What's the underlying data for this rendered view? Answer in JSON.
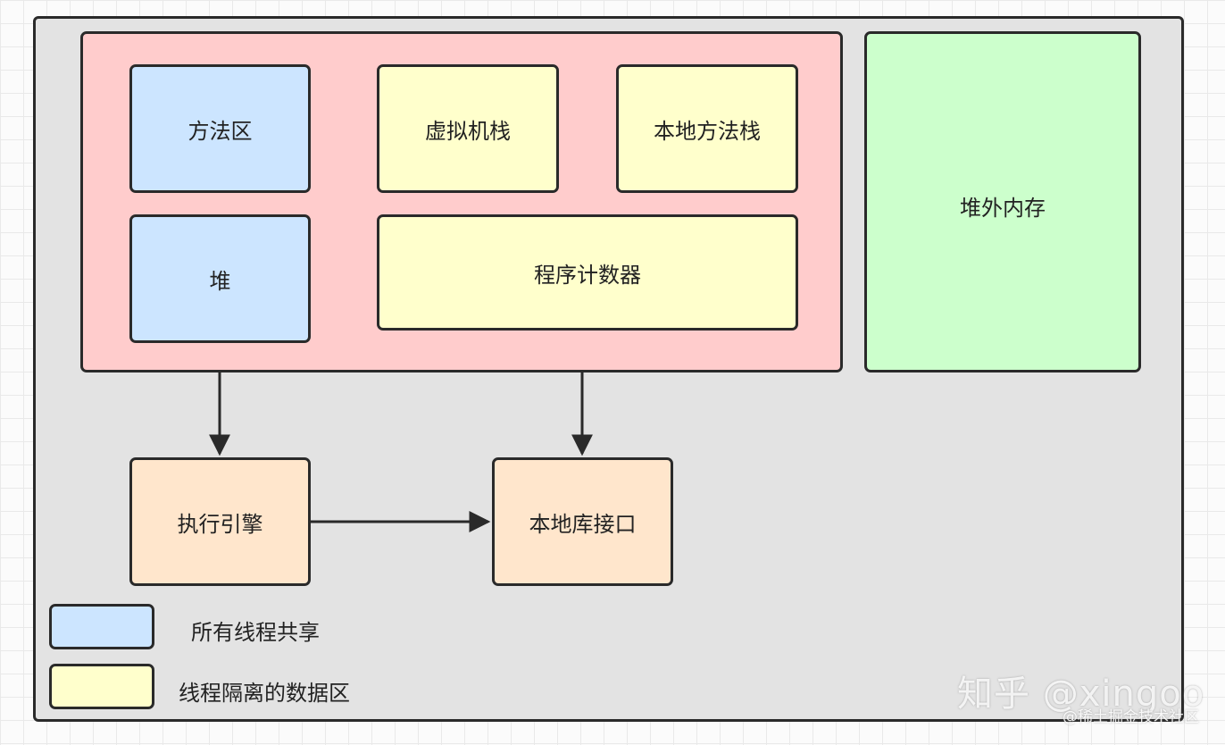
{
  "boxes": {
    "method_area": "方法区",
    "vm_stack": "虚拟机栈",
    "native_method_stack": "本地方法栈",
    "heap": "堆",
    "program_counter": "程序计数器",
    "off_heap_memory": "堆外内存",
    "execution_engine": "执行引擎",
    "native_library_interface": "本地库接口"
  },
  "legend": {
    "shared_label": "所有线程共享",
    "isolated_label": "线程隔离的数据区",
    "shared_color": "#cce5ff",
    "isolated_color": "#ffffcc"
  },
  "colors": {
    "runtime_area": "#ffcccc",
    "off_heap": "#ccffcc",
    "engine_boxes": "#ffe6cc",
    "frame": "#e3e3e3"
  },
  "watermark": {
    "main": "知乎 @xingoo",
    "sub": "@稀土掘金技术社区"
  }
}
